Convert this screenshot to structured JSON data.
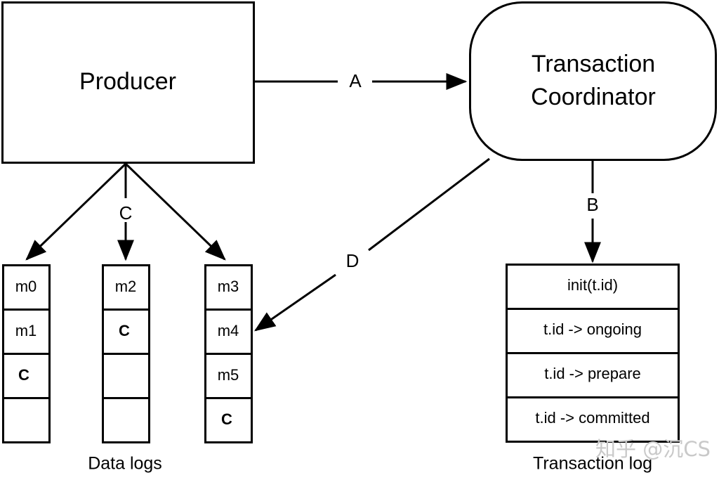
{
  "diagram": {
    "title_nodes": {
      "producer": {
        "label": "Producer"
      },
      "coordinator": {
        "label_line1": "Transaction",
        "label_line2": "Coordinator"
      }
    },
    "edges": [
      {
        "id": "A",
        "label": "A",
        "from": "producer",
        "to": "coordinator"
      },
      {
        "id": "B",
        "label": "B",
        "from": "coordinator",
        "to": "transaction-log"
      },
      {
        "id": "C",
        "label": "C",
        "from": "producer",
        "to": "data-logs"
      },
      {
        "id": "D",
        "label": "D",
        "from": "coordinator",
        "to": "data-log-3"
      }
    ],
    "data_logs": {
      "caption": "Data logs",
      "commit_marker": "C",
      "commit_color": "#A81432",
      "columns": [
        {
          "name": "data-log-1",
          "cells": [
            "m0",
            "m1",
            "C",
            ""
          ]
        },
        {
          "name": "data-log-2",
          "cells": [
            "m2",
            "C",
            "",
            ""
          ]
        },
        {
          "name": "data-log-3",
          "cells": [
            "m3",
            "m4",
            "m5",
            "C"
          ]
        }
      ]
    },
    "transaction_log": {
      "caption": "Transaction log",
      "entries": [
        "init(t.id)",
        "t.id -> ongoing",
        "t.id -> prepare",
        "t.id -> committed"
      ]
    },
    "watermark": "知乎 @沉CS"
  }
}
